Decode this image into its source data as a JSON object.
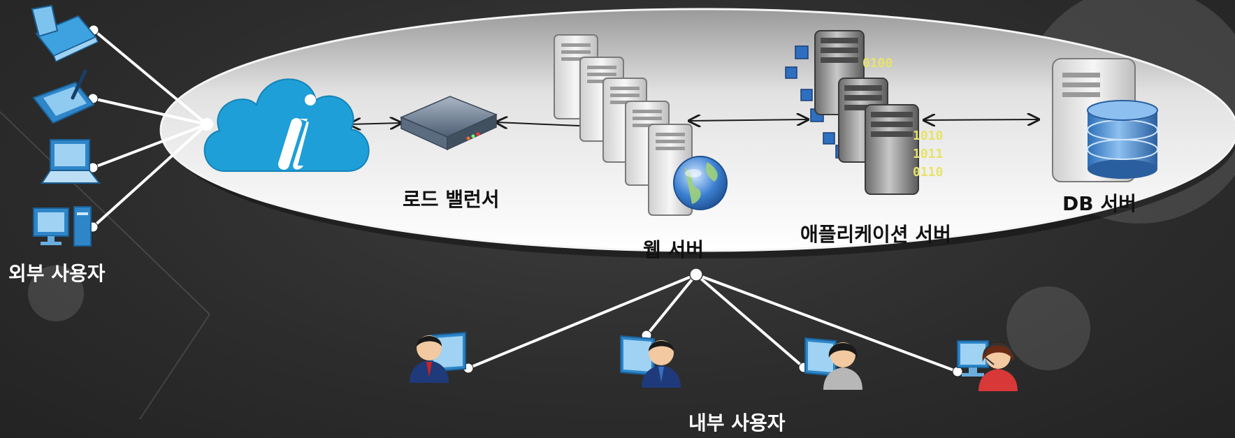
{
  "labels": {
    "external_users": "외부 사용자",
    "load_balancer": "로드 밸런서",
    "web_server": "웹 서버",
    "application_server": "애플리케이션 서버",
    "db_server": "DB 서버",
    "internal_users": "내부 사용자"
  },
  "binary_digits": [
    "0100",
    "1010",
    "1011",
    "0110"
  ],
  "colors": {
    "background": "#2f2f2f",
    "network_ellipse": "#e6e6e6",
    "cloud": "#1ea0d8",
    "connector": "#ffffff",
    "db_cylinder": "#3d82c8"
  },
  "icons": {
    "external": [
      "tablet-laptop-icon",
      "pen-tablet-icon",
      "laptop-icon",
      "desktop-computer-icon"
    ],
    "internal": [
      "male-user-icon",
      "male-user-icon-2",
      "female-user-icon",
      "support-agent-icon"
    ]
  }
}
